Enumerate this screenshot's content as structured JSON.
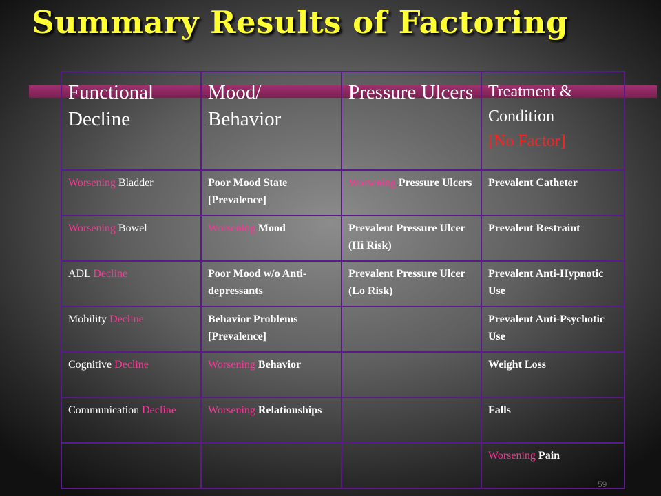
{
  "title": "Summary Results of Factoring",
  "accent_color": "#ff3399",
  "header": {
    "functional": "Functional Decline",
    "mood": "Mood/ Behavior",
    "pressure": "Pressure Ulcers",
    "treatment": "Treatment & Condition",
    "no_factor": "[No Factor]"
  },
  "rows": [
    {
      "c1": {
        "hl": "Worsening",
        "rest": " Bladder"
      },
      "c2": {
        "hl": "",
        "rest": "Poor Mood State [Prevalence]"
      },
      "c3": {
        "hl": "Worsening",
        "rest": " Pressure Ulcers"
      },
      "c4": {
        "hl": "",
        "rest": "Prevalent Catheter"
      }
    },
    {
      "c1": {
        "hl": "Worsening",
        "rest": " Bowel"
      },
      "c2": {
        "hl": "Worsening",
        "rest": " Mood"
      },
      "c3": {
        "hl": "",
        "rest": "Prevalent Pressure Ulcer (Hi Risk)"
      },
      "c4": {
        "hl": "",
        "rest": "Prevalent Restraint"
      }
    },
    {
      "c1": {
        "pre": "ADL ",
        "hl": "Decline"
      },
      "c2": {
        "hl": "",
        "rest": "Poor Mood w/o Anti-depressants"
      },
      "c3": {
        "hl": "",
        "rest": "Prevalent Pressure Ulcer (Lo Risk)"
      },
      "c4": {
        "hl": "",
        "rest": "Prevalent Anti-Hypnotic Use"
      }
    },
    {
      "c1": {
        "pre": "Mobility ",
        "hl": "Decline"
      },
      "c2": {
        "hl": "",
        "rest": "Behavior Problems [Prevalence]"
      },
      "c3": {
        "hl": "",
        "rest": ""
      },
      "c4": {
        "hl": "",
        "rest": "Prevalent Anti-Psychotic Use"
      }
    },
    {
      "c1": {
        "pre": "Cognitive ",
        "hl": "Decline"
      },
      "c2": {
        "hl": "Worsening",
        "rest": " Behavior"
      },
      "c3": {
        "hl": "",
        "rest": ""
      },
      "c4": {
        "hl": "",
        "rest": "Weight Loss"
      }
    },
    {
      "c1": {
        "pre": "Communication ",
        "hl": "Decline"
      },
      "c2": {
        "hl": "Worsening",
        "rest": " Relationships"
      },
      "c3": {
        "hl": "",
        "rest": ""
      },
      "c4": {
        "hl": "",
        "rest": "Falls"
      }
    },
    {
      "c1": {
        "hl": "",
        "rest": ""
      },
      "c2": {
        "hl": "",
        "rest": ""
      },
      "c3": {
        "hl": "",
        "rest": ""
      },
      "c4": {
        "hl": "Worsening",
        "rest": " Pain"
      }
    }
  ],
  "page_number": "59"
}
